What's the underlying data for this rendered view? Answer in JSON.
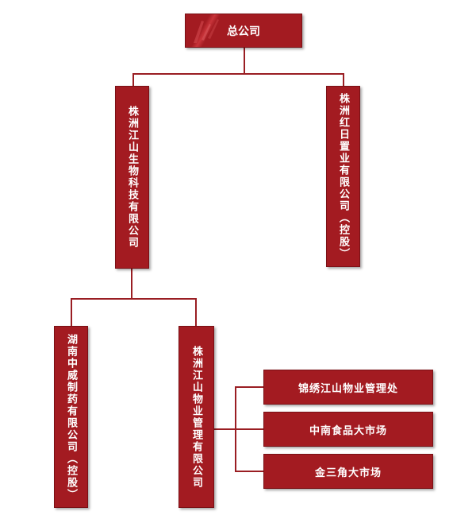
{
  "chart": {
    "root": "总公司",
    "level1": [
      "株洲江山生物科技有限公司",
      "株洲红日置业有限公司（控股）"
    ],
    "level2": [
      "湖南中威制药有限公司（控股）",
      "株洲江山物业管理有限公司"
    ],
    "level3": [
      "锦绣江山物业管理处",
      "中南食品大市场",
      "金三角大市场"
    ]
  },
  "colors": {
    "node_fill": "#a31b21",
    "connector": "#9a1e23",
    "text": "#ffffff"
  }
}
